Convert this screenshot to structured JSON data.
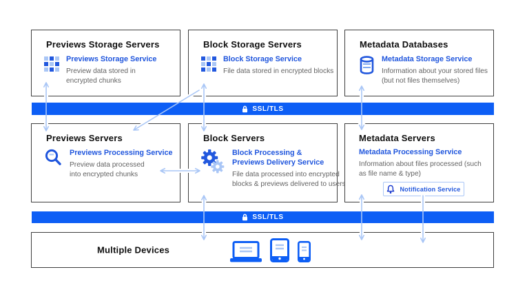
{
  "diagram": {
    "ssl_label": "SSL/TLS",
    "boxes": {
      "previews_storage": {
        "title": "Previews Storage Servers",
        "service": "Previews Storage Service",
        "description": "Preview data stored in encrypted chunks",
        "icon": "grid-chunks-icon"
      },
      "block_storage": {
        "title": "Block Storage Servers",
        "service": "Block Storage Service",
        "description": "File data stored in encrypted blocks",
        "icon": "grid-blocks-icon"
      },
      "metadata_databases": {
        "title": "Metadata Databases",
        "service": "Metadata Storage Service",
        "description": "Information about your stored files (but not files themselves)",
        "icon": "database-icon"
      },
      "previews_servers": {
        "title": "Previews Servers",
        "service": "Previews Processing Service",
        "description": "Preview data processed into encrypted chunks",
        "icon": "magnifier-icon"
      },
      "block_servers": {
        "title": "Block Servers",
        "service": "Block Processing & Previews Delivery Service",
        "description": "File data processed into encrypted blocks & previews delivered to users",
        "icon": "gears-icon"
      },
      "metadata_servers": {
        "title": "Metadata Servers",
        "service": "Metadata Processing Service",
        "description": "Information about files processed (such as file name & type)",
        "notification_button": "Notification Service",
        "icon": "bell-icon"
      },
      "multiple_devices": {
        "title": "Multiple Devices",
        "icons": [
          "laptop-icon",
          "tablet-icon",
          "phone-icon"
        ]
      }
    },
    "colors": {
      "accent_blue": "#0d5ef5",
      "link_blue": "#2056dd",
      "icon_dark_blue": "#2258de",
      "icon_light_blue": "#a9c6f6",
      "arrow_blue": "#a9c6f6",
      "title_text": "#0e0e0e",
      "muted_text": "#636363",
      "box_border": "#3d3d3d"
    }
  }
}
